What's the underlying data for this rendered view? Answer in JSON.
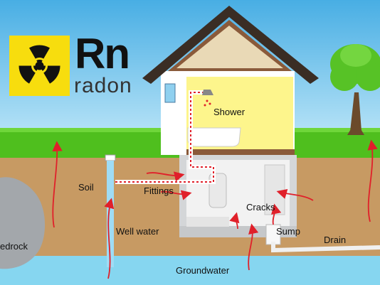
{
  "logo": {
    "symbol": "Rn",
    "name": "radon",
    "icon": "radiation-trefoil-icon",
    "badge_color": "#f7dd0e"
  },
  "labels": {
    "shower": "Shower",
    "soil": "Soil",
    "fittings": "Fittings",
    "cracks": "Cracks",
    "well_water": "Well water",
    "sump": "Sump",
    "drain": "Drain",
    "bedrock": "edrock",
    "groundwater": "Groundwater"
  },
  "colors": {
    "sky": "#8fd0ef",
    "grass": "#4fbf1e",
    "soil": "#c79a63",
    "groundwater": "#7fd3ef",
    "house_wall": "#ffffff",
    "roof": "#3a2d24",
    "room": "#fdf58c",
    "arrow": "#e0202a"
  }
}
